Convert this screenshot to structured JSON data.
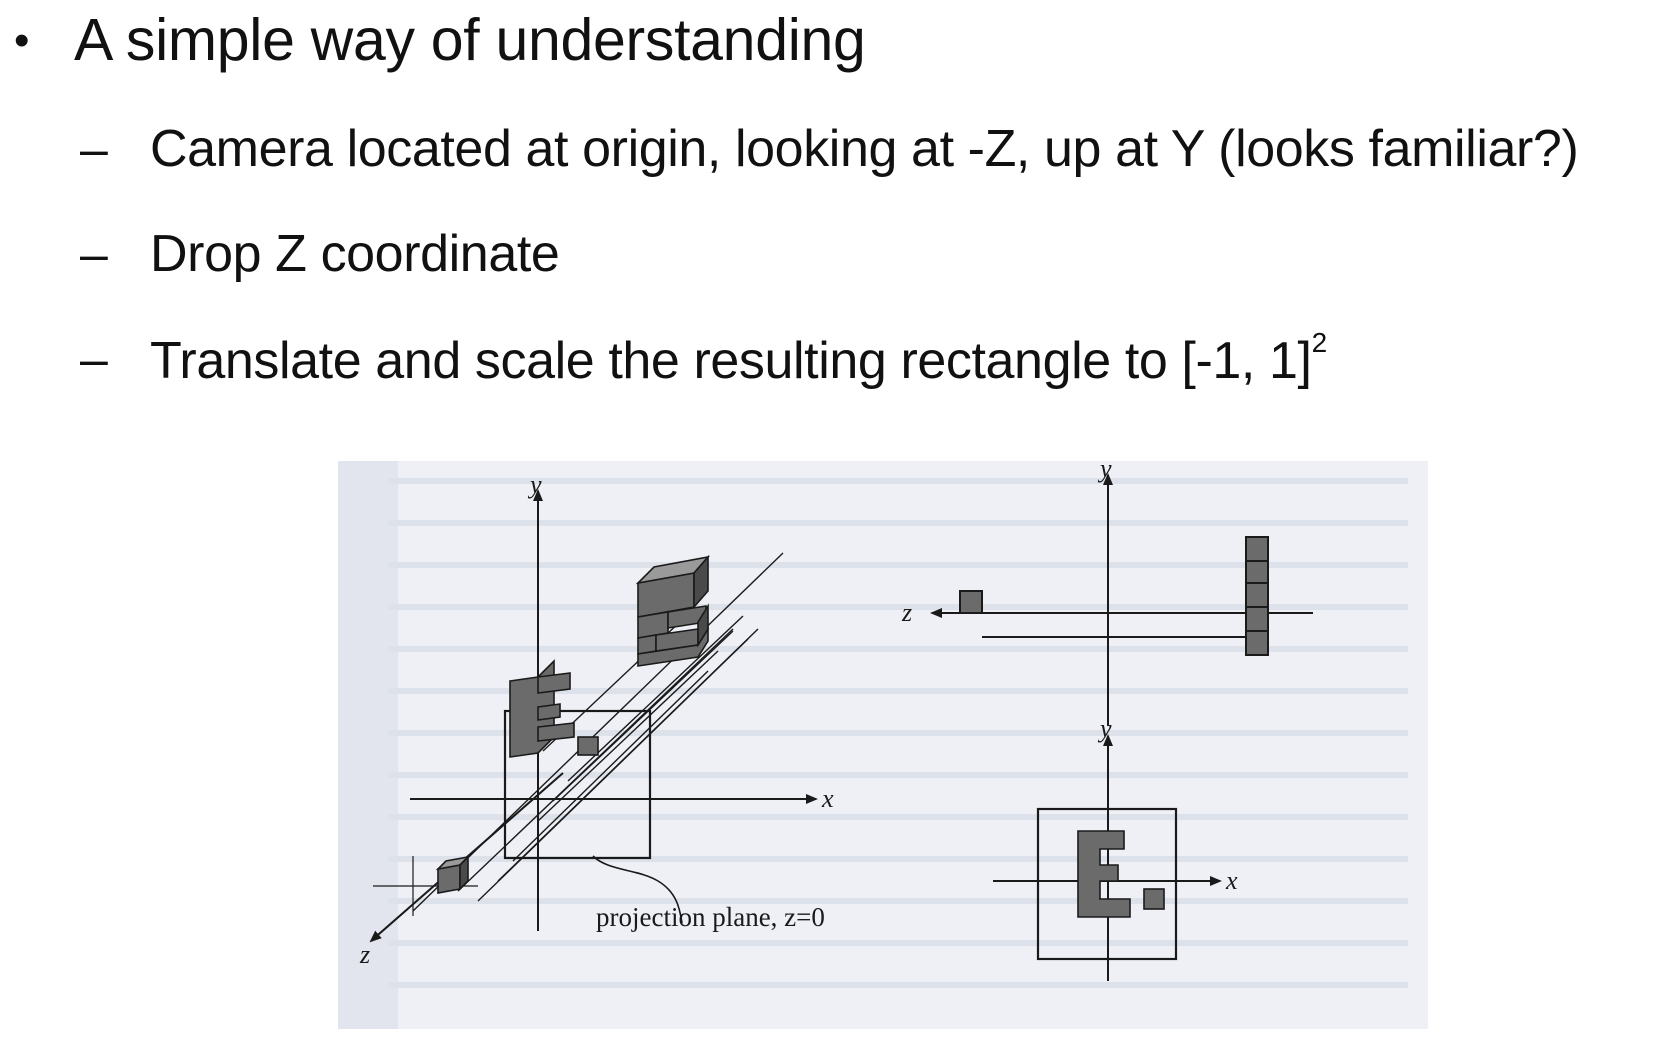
{
  "bullet": {
    "text": "A simple way of understanding"
  },
  "subpoints": [
    {
      "text": "Camera located at origin, looking at -Z, up at Y (looks familiar?)"
    },
    {
      "text": "Drop Z coordinate"
    },
    {
      "text": "Translate and scale the resulting rectangle to [-1, 1]",
      "superscript": "2"
    }
  ],
  "figure": {
    "plane_caption": "projection plane, z=0",
    "axis_x": "x",
    "axis_y": "y",
    "axis_z": "z",
    "colors": {
      "shape_fill": "#6b6b6b",
      "shape_top": "#9a9a9a",
      "paper": "#eef0f6",
      "ink": "#1a1a1a"
    }
  }
}
